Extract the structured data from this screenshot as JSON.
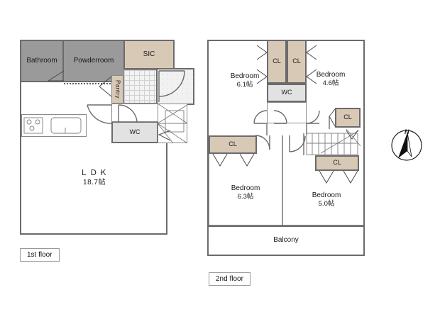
{
  "document": {
    "type": "residential-floor-plan",
    "compass": {
      "label": "N",
      "name": "north-arrow"
    }
  },
  "floors": [
    {
      "id": "first",
      "caption": "1st floor",
      "rooms": [
        {
          "name": "bathroom",
          "label": "Bathroom",
          "fill": "#9a9a9a"
        },
        {
          "name": "powderroom",
          "label": "Powderroom",
          "fill": "#9a9a9a"
        },
        {
          "name": "sic",
          "label": "SIC",
          "fill": "#d8c9b6"
        },
        {
          "name": "pantry",
          "label": "Pantry",
          "fill": "#d8c9b6"
        },
        {
          "name": "wc",
          "label": "WC",
          "fill": "#e2e2e2"
        },
        {
          "name": "ldk",
          "label": "ＬＤＫ",
          "area": "18.7帖",
          "fill": "#ffffff"
        },
        {
          "name": "hall",
          "label": "",
          "fill": "#f3f3f3"
        },
        {
          "name": "entrance",
          "label": "",
          "fill": "#f1f1f1"
        }
      ],
      "fixtures": [
        {
          "name": "kitchen-counter",
          "label": ""
        },
        {
          "name": "cooktop",
          "label": ""
        },
        {
          "name": "sink",
          "label": ""
        },
        {
          "name": "staircase-up",
          "label": ""
        }
      ]
    },
    {
      "id": "second",
      "caption": "2nd floor",
      "rooms": [
        {
          "name": "bedroom-top-left",
          "label": "Bedroom",
          "area": "6.1帖",
          "fill": "#ffffff"
        },
        {
          "name": "bedroom-top-right",
          "label": "Bedroom",
          "area": "4.6帖",
          "fill": "#ffffff"
        },
        {
          "name": "bedroom-bottom-left",
          "label": "Bedroom",
          "area": "6.3帖",
          "fill": "#ffffff"
        },
        {
          "name": "bedroom-bottom-right",
          "label": "Bedroom",
          "area": "5.0帖",
          "fill": "#ffffff"
        },
        {
          "name": "wc",
          "label": "WC",
          "fill": "#e2e2e2"
        },
        {
          "name": "balcony",
          "label": "Balcony",
          "fill": "#ffffff"
        }
      ],
      "closets": [
        {
          "name": "closet-top-left",
          "label": "CL"
        },
        {
          "name": "closet-top-right",
          "label": "CL"
        },
        {
          "name": "closet-right-upper",
          "label": "CL"
        },
        {
          "name": "closet-left-lower",
          "label": "CL"
        },
        {
          "name": "closet-right-lower",
          "label": "CL"
        }
      ],
      "fixtures": [
        {
          "name": "staircase-down",
          "label": ""
        }
      ]
    }
  ],
  "colors": {
    "wet_area": "#9a9a9a",
    "storage": "#d8c9b6",
    "toilet": "#e2e2e2",
    "wall": "#6b6b6b",
    "background": "#ffffff"
  }
}
